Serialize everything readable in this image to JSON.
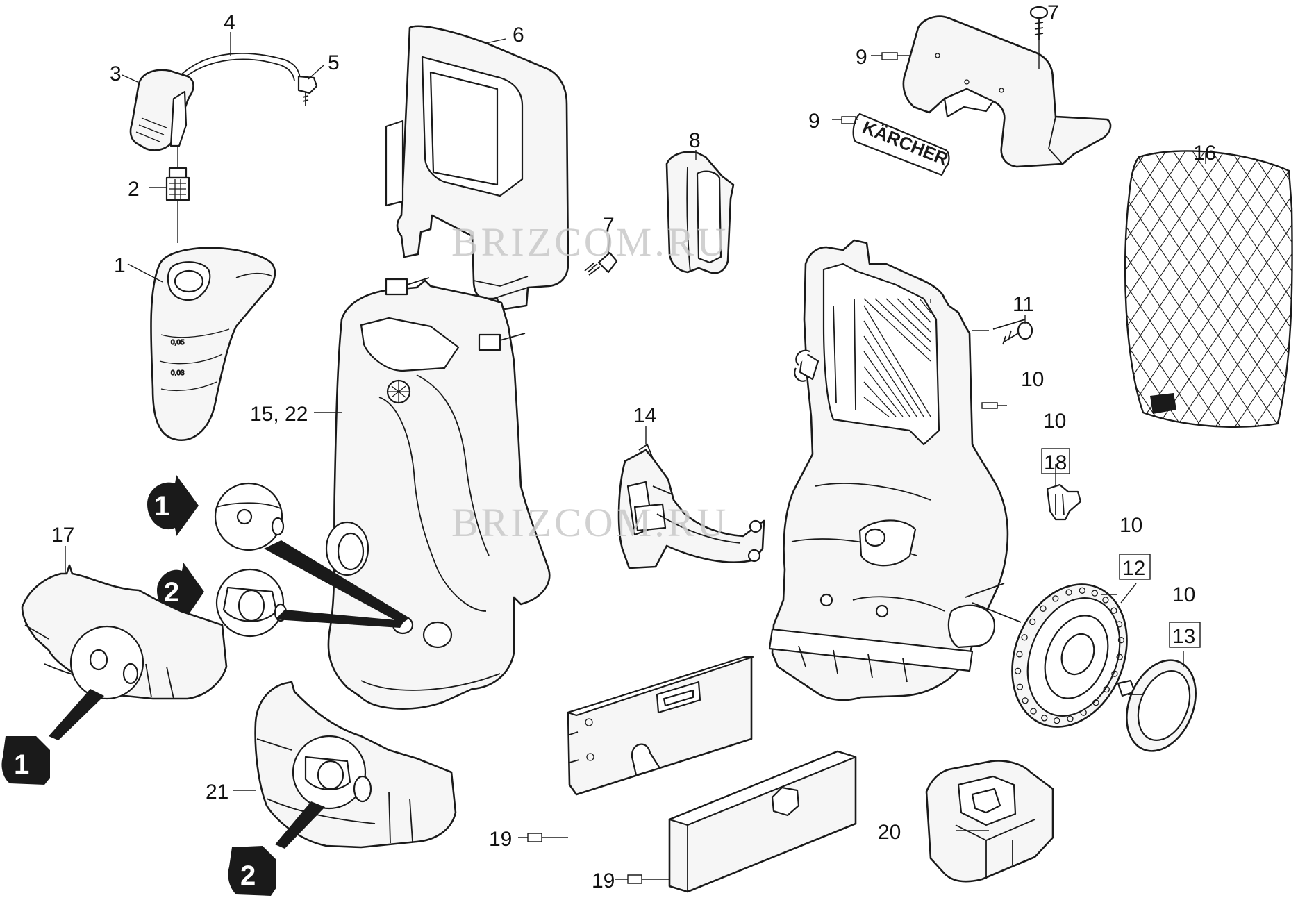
{
  "diagram": {
    "watermark": "BRIZCOM.RU",
    "brand_label": "KÄRCHER",
    "callouts": {
      "c1": "1",
      "c2": "2",
      "c3": "3",
      "c4": "4",
      "c5": "5",
      "c6": "6",
      "c7a": "7",
      "c7b": "7",
      "c8": "8",
      "c9a": "9",
      "c9b": "9",
      "c10a": "10",
      "c10b": "10",
      "c10c": "10",
      "c10d": "10",
      "c11": "11",
      "c12": "12",
      "c13": "13",
      "c14": "14",
      "c15_22": "15, 22",
      "c16": "16",
      "c17": "17",
      "c18": "18",
      "c19a": "19",
      "c19b": "19",
      "c20": "20",
      "c21": "21"
    },
    "detail_badges": {
      "b1_top": "1",
      "b2_top": "2",
      "b1_bottom": "1",
      "b2_bottom": "2"
    }
  }
}
